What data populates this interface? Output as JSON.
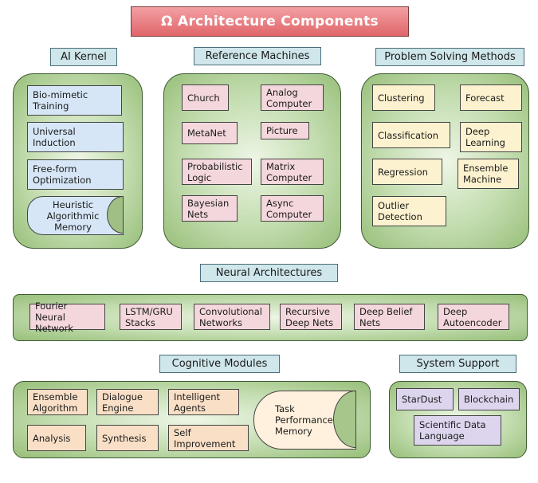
{
  "title": "Ω Architecture Components",
  "headers": {
    "ai_kernel": "AI Kernel",
    "reference_machines": "Reference Machines",
    "problem_solving": "Problem Solving Methods",
    "neural": "Neural Architectures",
    "cognitive": "Cognitive Modules",
    "system_support": "System Support"
  },
  "ai_kernel": {
    "bio": "Bio-mimetic Training",
    "universal": "Universal Induction",
    "freeform": "Free-form Optimization",
    "heuristic": "Heuristic Algorithmic Memory"
  },
  "reference": {
    "church": "Church",
    "analog": "Analog Computer",
    "metanet": "MetaNet",
    "picture": "Picture",
    "probabilistic": "Probabilistic Logic",
    "matrix": "Matrix Computer",
    "bayesian": "Bayesian Nets",
    "async": "Async Computer"
  },
  "problem": {
    "clustering": "Clustering",
    "forecast": "Forecast",
    "classification": "Classification",
    "deep": "Deep Learning",
    "regression": "Regression",
    "ensemble": "Ensemble Machine",
    "outlier": "Outlier Detection"
  },
  "neural": {
    "fourier": "Fourier Neural Network",
    "lstm": "LSTM/GRU Stacks",
    "conv": "Convolutional Networks",
    "recursive": "Recursive Deep Nets",
    "belief": "Deep Belief Nets",
    "autoenc": "Deep Autoencoder"
  },
  "cognitive": {
    "ensemble": "Ensemble Algorithm",
    "dialogue": "Dialogue Engine",
    "agents": "Intelligent Agents",
    "task": "Task Performance Memory",
    "analysis": "Analysis",
    "synthesis": "Synthesis",
    "self": "Self Improvement"
  },
  "system": {
    "stardust": "StarDust",
    "blockchain": "Blockchain",
    "scientific": "Scientific Data Language"
  }
}
